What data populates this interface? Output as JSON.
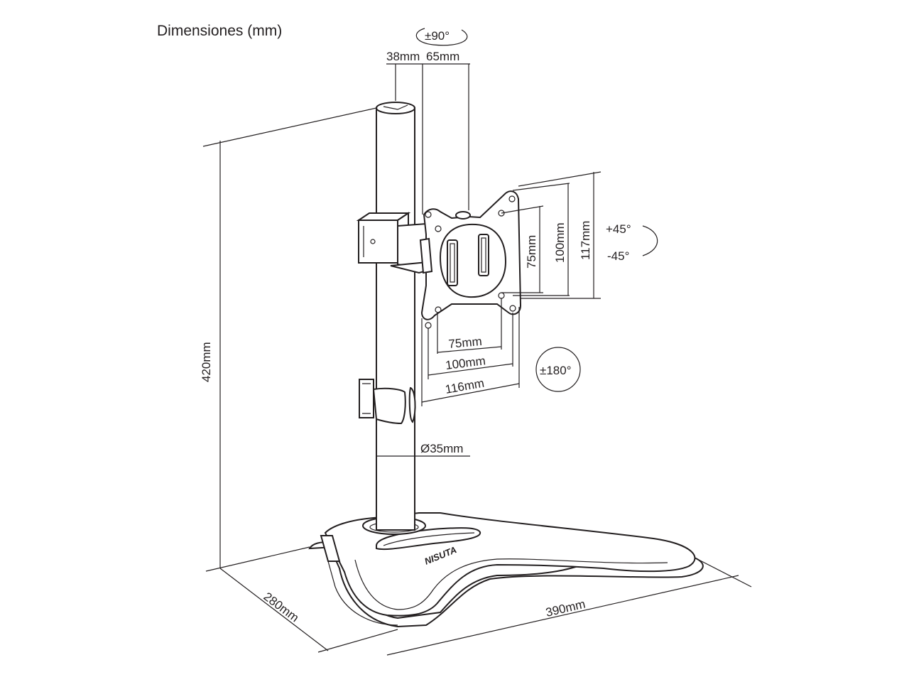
{
  "title": "Dimensiones (mm)",
  "rotation_swivel": "±90°",
  "offset_column": "38mm",
  "offset_bracket": "65mm",
  "tilt_up": "+45°",
  "tilt_down": "-45°",
  "vesa_v_75": "75mm",
  "vesa_v_100": "100mm",
  "plate_height": "117mm",
  "vesa_h_75": "75mm",
  "vesa_h_100": "100mm",
  "plate_width": "116mm",
  "rotation_full": "±180°",
  "height": "420mm",
  "pole_diameter": "Ø35mm",
  "base_depth": "280mm",
  "base_width": "390mm",
  "brand": "NISUTA"
}
